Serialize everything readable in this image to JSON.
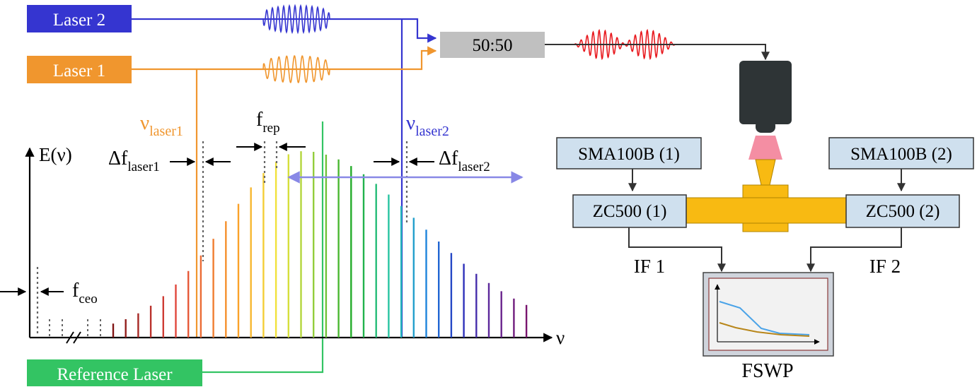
{
  "lasers": {
    "laser2": "Laser 2",
    "laser1": "Laser 1",
    "reference": "Reference Laser"
  },
  "coupler": "50:50",
  "labels": {
    "nu": "ν",
    "laser1_sub": "laser1",
    "laser2_sub": "laser2",
    "f": "f",
    "rep_sub": "rep",
    "ceo_sub": "ceo",
    "delta_f": "Δf",
    "energy_axis": "E(ν)",
    "freq_axis": "ν"
  },
  "rf_chain": {
    "sma1": "SMA100B (1)",
    "sma2": "SMA100B (2)",
    "zc1": "ZC500 (1)",
    "zc2": "ZC500 (2)",
    "if1": "IF 1",
    "if2": "IF 2",
    "fswp": "FSWP"
  },
  "colors": {
    "laser2": "#3535d0",
    "laser1": "#f0962e",
    "reference": "#33c463",
    "beat": "#e8191e",
    "coupler": "#c0c0c0",
    "box_fill": "#cfe0ee",
    "mixer": "#f8ba12",
    "detector": "#2e3436",
    "detector_lens": "#f48ea3",
    "arrow_light": "#8888e6"
  }
}
